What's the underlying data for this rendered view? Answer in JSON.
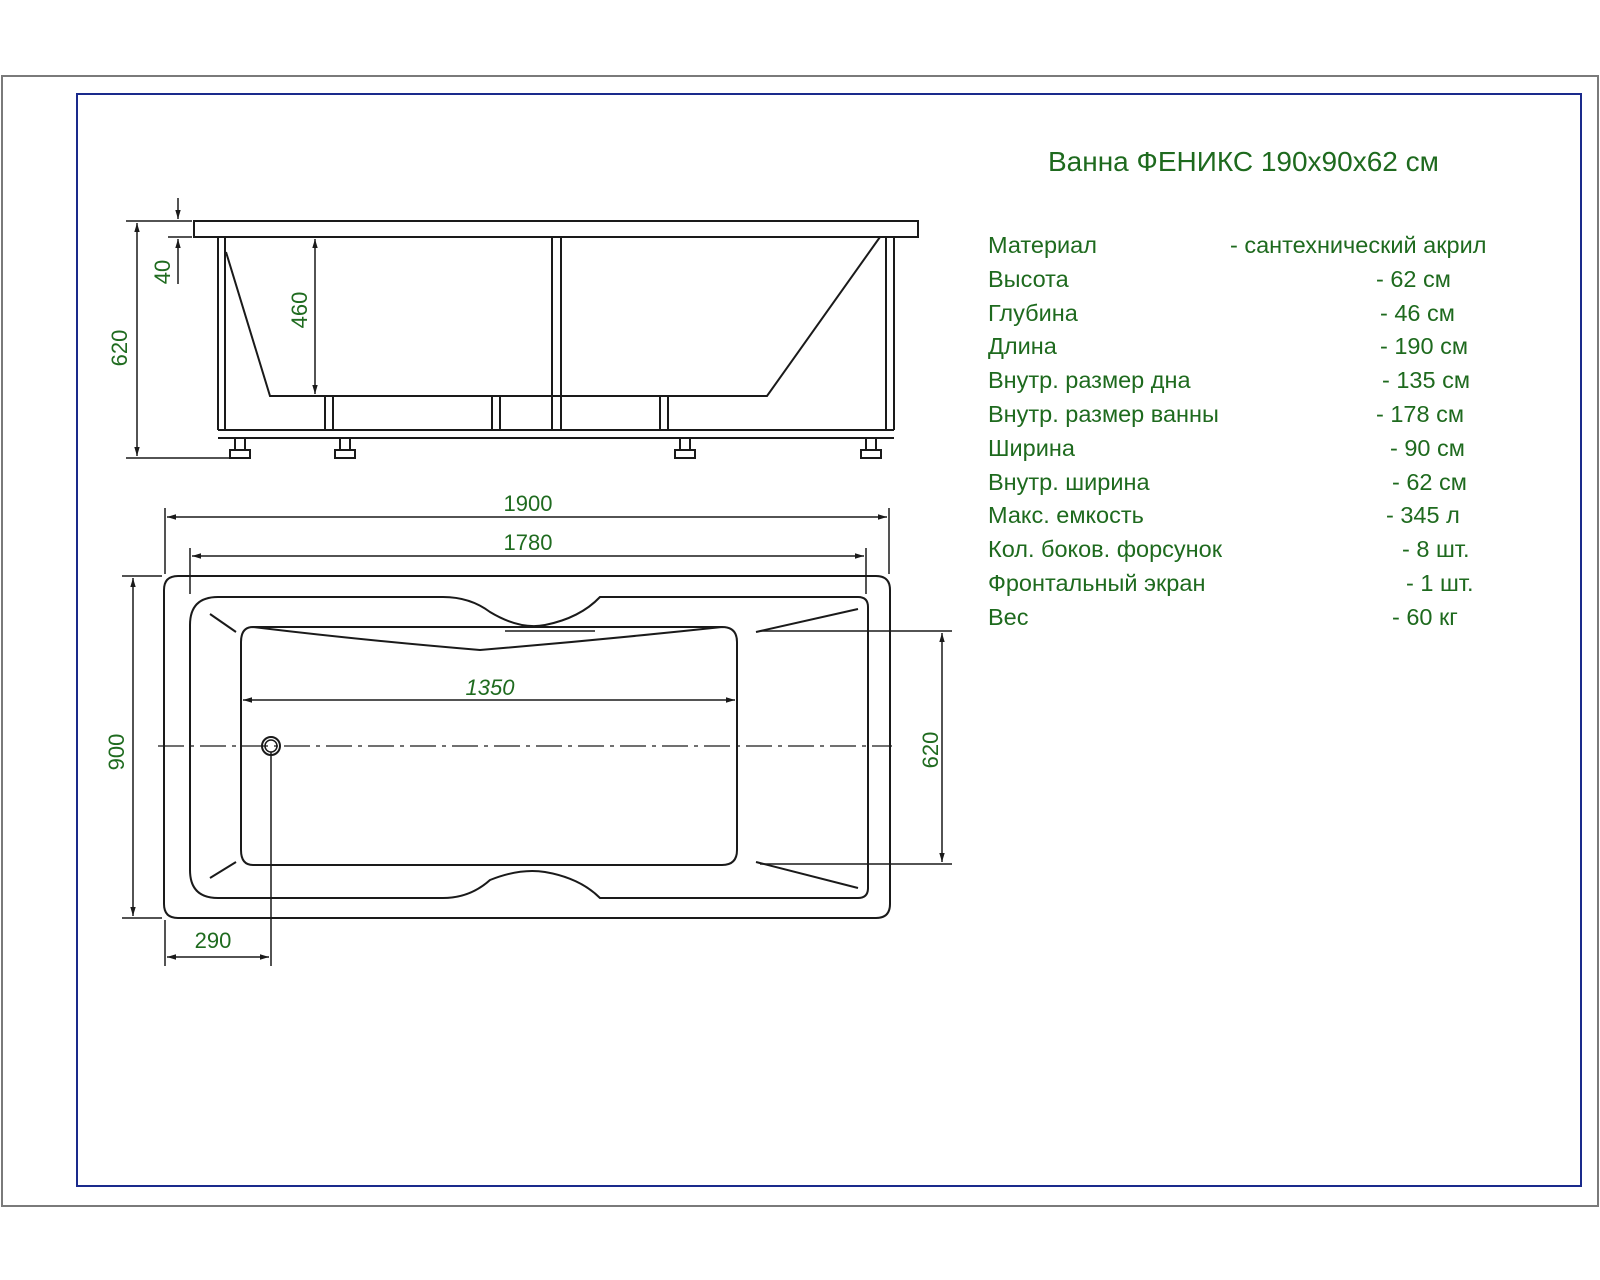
{
  "title": "Ванна ФЕНИКС 190х90х62 см",
  "colors": {
    "text": "#1e6a1e",
    "frame_blue": "#1a2a8c",
    "frame_gray": "#7a7a7a",
    "line": "#1a1a1a"
  },
  "specs": [
    {
      "label": "Материал",
      "value": "- сантехнический акрил"
    },
    {
      "label": "Высота",
      "value": "- 62 см"
    },
    {
      "label": "Глубина",
      "value": "- 46 см"
    },
    {
      "label": "Длина",
      "value": "- 190 см"
    },
    {
      "label": "Внутр. размер дна",
      "value": "- 135 см"
    },
    {
      "label": "Внутр. размер ванны",
      "value": "- 178 см"
    },
    {
      "label": "Ширина",
      "value": "- 90 см"
    },
    {
      "label": "Внутр. ширина",
      "value": "- 62 см"
    },
    {
      "label": "Макс. емкость",
      "value": "- 345 л"
    },
    {
      "label": "Кол. боков. форсунок",
      "value": "- 8 шт."
    },
    {
      "label": "Фронтальный экран",
      "value": "- 1 шт."
    },
    {
      "label": "Вес",
      "value": "- 60 кг"
    }
  ],
  "side_view": {
    "dim_total_height": "620",
    "dim_rim": "40",
    "dim_depth": "460"
  },
  "top_view": {
    "dim_length": "1900",
    "dim_inner_length": "1780",
    "dim_bottom_length": "1350",
    "dim_width": "900",
    "dim_inner_width": "620",
    "dim_drain_offset": "290"
  }
}
